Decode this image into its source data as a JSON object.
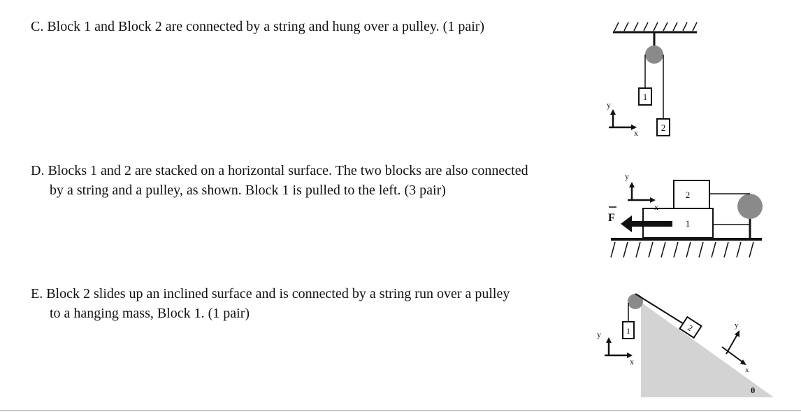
{
  "problems": [
    {
      "id": "C",
      "line1": "C. Block 1 and Block 2 are connected by a string and hung over a pulley. (1 pair)",
      "line2": "",
      "figure": {
        "block_labels": [
          "1",
          "2"
        ],
        "axis_labels": [
          "y",
          "x"
        ]
      }
    },
    {
      "id": "D",
      "line1": "D. Blocks 1 and 2 are stacked on a horizontal surface. The two blocks are also connected",
      "line2": "by a string and a pulley, as shown. Block 1 is pulled to the left. (3 pair)",
      "figure": {
        "block_labels": [
          "1",
          "2"
        ],
        "axis_labels": [
          "y",
          "x"
        ],
        "force_label": "F"
      }
    },
    {
      "id": "E",
      "line1": "E. Block 2 slides up an inclined surface and is connected by a string run over a pulley",
      "line2": "to a hanging mass, Block 1. (1 pair)",
      "figure": {
        "block_labels": [
          "1",
          "2"
        ],
        "axis_labels": [
          "y",
          "x"
        ],
        "angle_label": "θ"
      }
    }
  ],
  "colors": {
    "pulley": "#8a8a8a",
    "incline": "#d3d3d3",
    "rule": "#c8c8c8"
  }
}
